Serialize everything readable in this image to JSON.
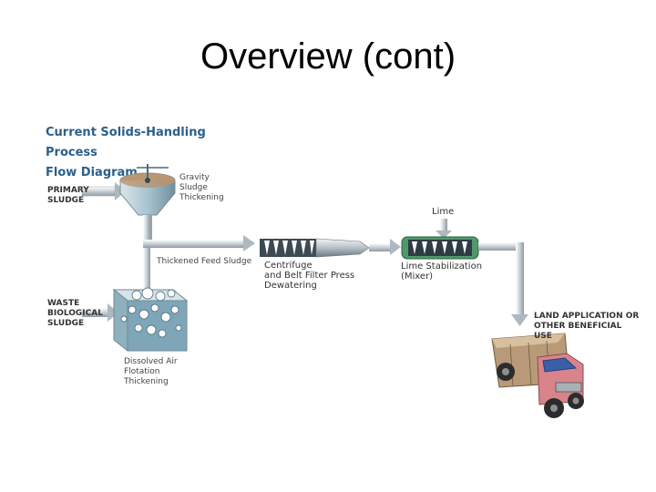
{
  "slide": {
    "title": "Overview (cont)"
  },
  "diagram": {
    "title_line1": "Current Solids-Handling Process",
    "title_line2": "Flow Diagram",
    "primary_sludge": [
      "PRIMARY",
      "SLUDGE"
    ],
    "gravity": [
      "Gravity",
      "Sludge",
      "Thickening"
    ],
    "thickened_feed": "Thickened Feed Sludge",
    "waste_sludge": [
      "WASTE",
      "BIOLOGICAL",
      "SLUDGE"
    ],
    "daf": [
      "Dissolved Air",
      "Flotation",
      "Thickening"
    ],
    "centrifuge": [
      "Centrifuge",
      "and Belt Filter Press",
      "Dewatering"
    ],
    "lime": "Lime",
    "lime_stab": [
      "Lime Stabilization",
      "(Mixer)"
    ],
    "land_app": [
      "LAND APPLICATION OR",
      "OTHER BENEFICIAL",
      "USE"
    ],
    "colors": {
      "title_blue": "#2a5f8a",
      "pipe": "#c9d2d8",
      "tank_blue": "#7fb3c9",
      "truck_tan": "#b89a78",
      "truck_cab": "#d9848a",
      "truck_window": "#3a5fa8"
    }
  }
}
